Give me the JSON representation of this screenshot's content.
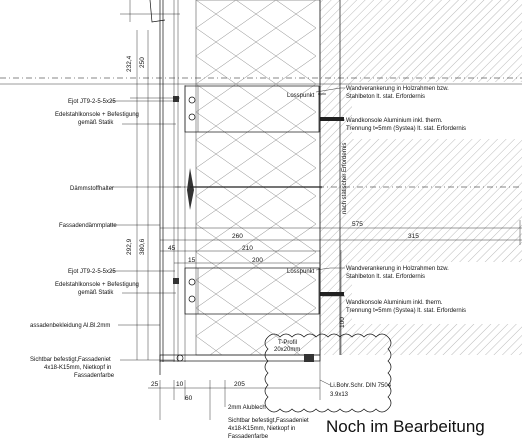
{
  "labels": {
    "ejot_top": "Ejot JT9-2-5-5x25",
    "edelstahl_top_1": "Edelstahlkonsole + Befestigung",
    "edelstahl_top_2": "gemäß Statik",
    "daemmstoffhalter": "Dämmstoffhalter",
    "fassadendaemmplatte": "Fassadendämmplatte",
    "ejot_bottom": "Ejot JT9-2-5-5x25",
    "edelstahl_bottom_1": "Edelstahlkonsole + Befestigung",
    "edelstahl_bottom_2": "gemäß Statik",
    "fassadenbekleidung": "assadenbekleidung Al.Bl.2mm",
    "sichtbar_left_1": "Sichtbar befestigt,Fassadeniet",
    "sichtbar_left_2": "4x18-K15mm, Nietkopf in",
    "sichtbar_left_3": "Fassadenfarbe",
    "losspunkt_top": "Losspunkt",
    "losspunkt_bottom": "Losspunkt",
    "wandverankerung_top_1": "Wandverankerung in Holzrahmen bzw.",
    "wandverankerung_top_2": "Stahlbeton lt. stat. Erfordernis",
    "wandkonsole_top_1": "Wandkonsole Aluminium inkl. therm.",
    "wandkonsole_top_2": "Trennung t=5mm (Systea) lt. stat. Erfordernis",
    "wandverankerung_bottom_1": "Wandverankerung in Holzrahmen bzw.",
    "wandverankerung_bottom_2": "Stahlbeton lt. stat. Erfordernis",
    "wandkonsole_bottom_1": "Wandkonsole Aluminium inkl. therm.",
    "wandkonsole_bottom_2": "Trennung t=5mm (Systea) lt. stat. Erfordernis",
    "nach_statischer": "nach statischer Erfordernis",
    "t_profil_1": "T-Profil",
    "t_profil_2": "20x20mm",
    "li_bohr": "Li.Bohr.Schr. DIN 7504",
    "li_bohr_size": "3.9x13",
    "alublech": "2mm Alublech",
    "sichtbar_bottom_1": "Sichtbar befestigt,Fassadeniet",
    "sichtbar_bottom_2": "4x18-K15mm, Nietkopf in",
    "sichtbar_bottom_3": "Fassadenfarbe",
    "status": "Noch im Bearbeitung"
  },
  "dimensions": {
    "d_232_4": "232,4",
    "d_250": "250",
    "d_292_9": "292,9",
    "d_380_6": "380,6",
    "d_575": "575",
    "d_260": "260",
    "d_315": "315",
    "d_45": "45",
    "d_210": "210",
    "d_15": "15",
    "d_200": "200",
    "d_100": "100",
    "d_25": "25",
    "d_10": "10",
    "d_205": "205",
    "d_60": "60"
  }
}
